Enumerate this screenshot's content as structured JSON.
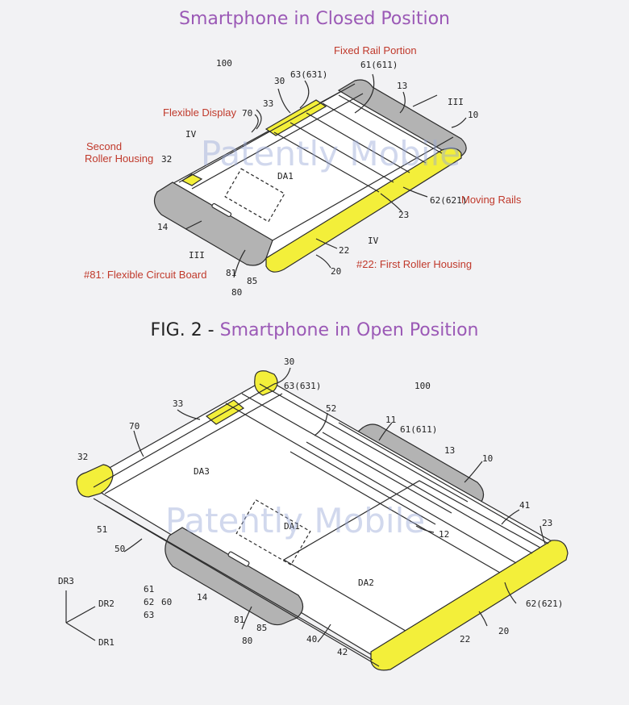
{
  "fig1": {
    "title": "Smartphone in Closed Position",
    "callouts": {
      "fixed_rail": "Fixed Rail Portion",
      "flexible_display": "Flexible Display",
      "second_roller_1": "Second",
      "second_roller_2": "Roller Housing",
      "moving_rails": "Moving Rails",
      "first_roller": "#22: First Roller Housing",
      "flex_circuit": "#81: Flexible Circuit Board"
    },
    "refs": {
      "r100": "100",
      "r30": "30",
      "r63": "63(631)",
      "r61": "61(611)",
      "r13": "13",
      "r3a": "III",
      "r10": "10",
      "r33": "33",
      "r70": "70",
      "r4a": "IV",
      "r32": "32",
      "rDA1": "DA1",
      "r621": "62(621)",
      "r23": "23",
      "r14": "14",
      "r4b": "IV",
      "r3b": "III",
      "r22": "22",
      "r20": "20",
      "r81": "81",
      "r85": "85",
      "r80": "80"
    }
  },
  "fig2": {
    "prefix": "FIG. 2 - ",
    "title": "Smartphone in Open Position",
    "refs": {
      "r30": "30",
      "r63": "63(631)",
      "r100": "100",
      "r33": "33",
      "r52": "52",
      "r11": "11",
      "r61": "61(611)",
      "r70": "70",
      "r13": "13",
      "r10": "10",
      "r32": "32",
      "rDA3": "DA3",
      "r41": "41",
      "r23": "23",
      "r51": "51",
      "rDA1": "DA1",
      "r12": "12",
      "r50": "50",
      "rDR3": "DR3",
      "r61b": "61",
      "r62b": "62",
      "r60": "60",
      "r63b": "63",
      "r14": "14",
      "rDA2": "DA2",
      "rDR2": "DR2",
      "r81": "81",
      "r85": "85",
      "r621": "62(621)",
      "r80": "80",
      "r40": "40",
      "r20": "20",
      "r22": "22",
      "rDR1": "DR1",
      "r42": "42"
    }
  },
  "watermark": "Patently Mobile",
  "colors": {
    "title": "#9b59b6",
    "callout": "#c0392b",
    "roller_yellow": "#f3ef3a",
    "housing_gray": "#b3b3b3",
    "line": "#2b2b2b"
  }
}
